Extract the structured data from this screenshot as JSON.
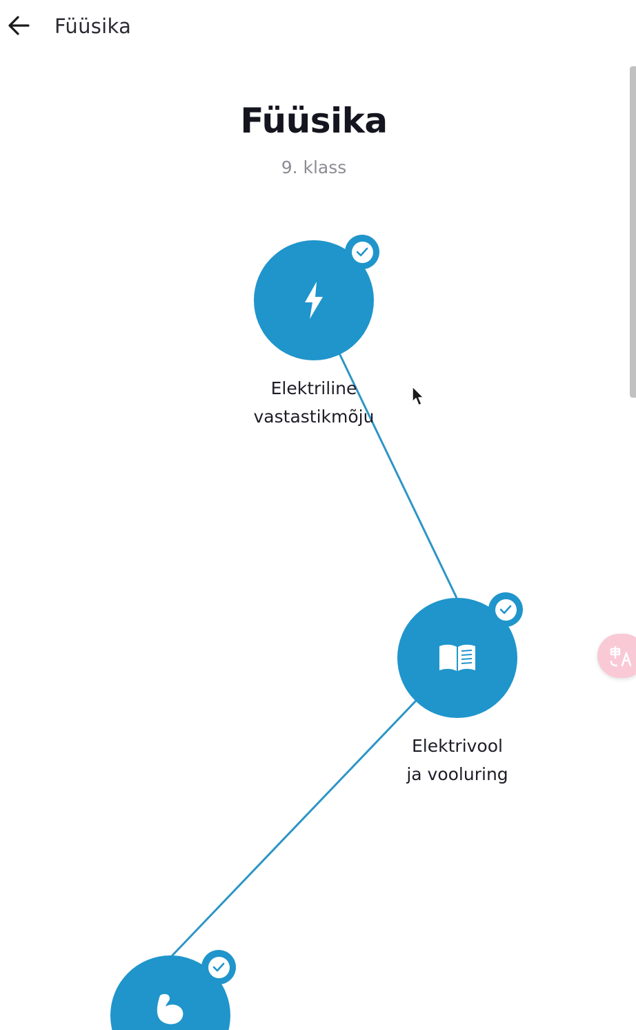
{
  "header": {
    "title": "Füüsika",
    "back_icon": "arrow-left-icon"
  },
  "course": {
    "title": "Füüsika",
    "subtitle": "9. klass"
  },
  "topics": [
    {
      "label_line1": "Elektriline",
      "label_line2": "vastastikmõju",
      "icon": "lightning-bolt-icon",
      "completed": true
    },
    {
      "label_line1": "Elektrivool",
      "label_line2": "ja vooluring",
      "icon": "open-book-icon",
      "completed": true
    },
    {
      "label_line1": "",
      "label_line2": "",
      "icon": "flexed-bicep-icon",
      "completed": true
    }
  ],
  "colors": {
    "accent": "#1f95cb",
    "text": "#1d1d26",
    "muted": "#8c8c94",
    "translate_widget": "#f9c9d6"
  }
}
